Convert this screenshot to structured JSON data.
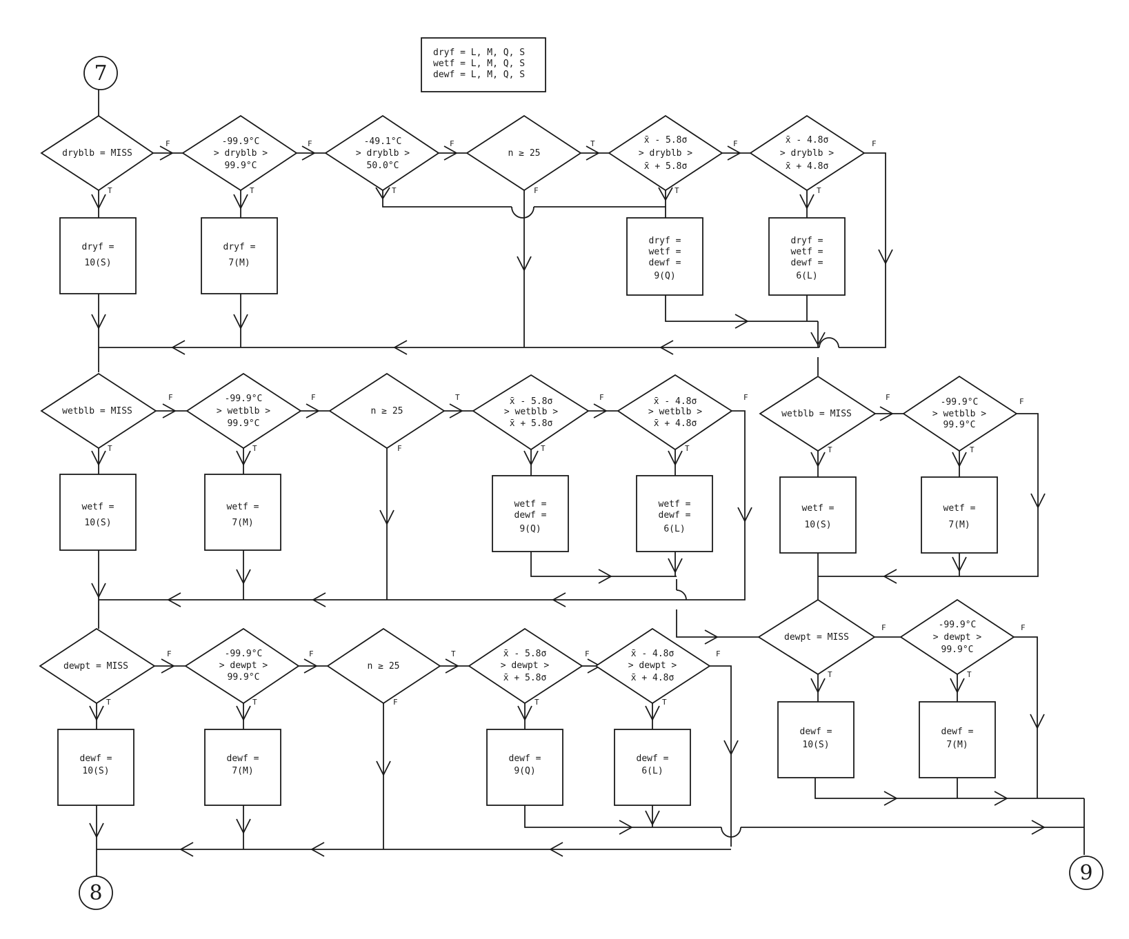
{
  "legend": [
    "dryf = L, M, Q, S",
    "wetf = L, M, Q, S",
    "dewf = L, M, Q, S"
  ],
  "connectors": {
    "in": "7",
    "out_a": "8",
    "out_b": "9"
  },
  "branch": {
    "true": "T",
    "false": "F"
  },
  "dry": {
    "d1": [
      "dryblb = MISS"
    ],
    "d2": [
      "-99.9°C",
      "> dryblb >",
      "99.9°C"
    ],
    "d3": [
      "-49.1°C",
      "> dryblb >",
      "50.0°C"
    ],
    "d4": [
      "n ≥ 25"
    ],
    "d5": [
      "x̄ - 5.8σ",
      "> dryblb >",
      "x̄ + 5.8σ"
    ],
    "d6": [
      "x̄ - 4.8σ",
      "> dryblb >",
      "x̄ + 4.8σ"
    ],
    "b1": [
      "dryf =",
      "10(S)"
    ],
    "b2": [
      "dryf =",
      "7(M)"
    ],
    "b5": [
      "dryf =",
      "wetf =",
      "dewf =",
      "9(Q)"
    ],
    "b6": [
      "dryf =",
      "wetf =",
      "dewf =",
      "6(L)"
    ]
  },
  "wet": {
    "d1": [
      "wetblb = MISS"
    ],
    "d2": [
      "-99.9°C",
      "> wetblb >",
      "99.9°C"
    ],
    "d4": [
      "n ≥ 25"
    ],
    "d5": [
      "x̄ - 5.8σ",
      "> wetblb >",
      "x̄ + 5.8σ"
    ],
    "d6": [
      "x̄ - 4.8σ",
      "> wetblb >",
      "x̄ + 4.8σ"
    ],
    "b1": [
      "wetf =",
      "10(S)"
    ],
    "b2": [
      "wetf =",
      "7(M)"
    ],
    "b5": [
      "wetf =",
      "dewf =",
      "9(Q)"
    ],
    "b6": [
      "wetf =",
      "dewf =",
      "6(L)"
    ],
    "r1": [
      "wetblb = MISS"
    ],
    "r2": [
      "-99.9°C",
      "> wetblb >",
      "99.9°C"
    ],
    "rb1": [
      "wetf =",
      "10(S)"
    ],
    "rb2": [
      "wetf =",
      "7(M)"
    ]
  },
  "dew": {
    "d1": [
      "dewpt = MISS"
    ],
    "d2": [
      "-99.9°C",
      "> dewpt >",
      "99.9°C"
    ],
    "d4": [
      "n ≥ 25"
    ],
    "d5": [
      "x̄ - 5.8σ",
      "> dewpt >",
      "x̄ + 5.8σ"
    ],
    "d6": [
      "x̄ - 4.8σ",
      "> dewpt >",
      "x̄ + 4.8σ"
    ],
    "b1": [
      "dewf =",
      "10(S)"
    ],
    "b2": [
      "dewf =",
      "7(M)"
    ],
    "b5": [
      "dewf =",
      "9(Q)"
    ],
    "b6": [
      "dewf =",
      "6(L)"
    ],
    "r1": [
      "dewpt = MISS"
    ],
    "r2": [
      "-99.9°C",
      "> dewpt >",
      "99.9°C"
    ],
    "rb1": [
      "dewf =",
      "10(S)"
    ],
    "rb2": [
      "dewf =",
      "7(M)"
    ]
  }
}
